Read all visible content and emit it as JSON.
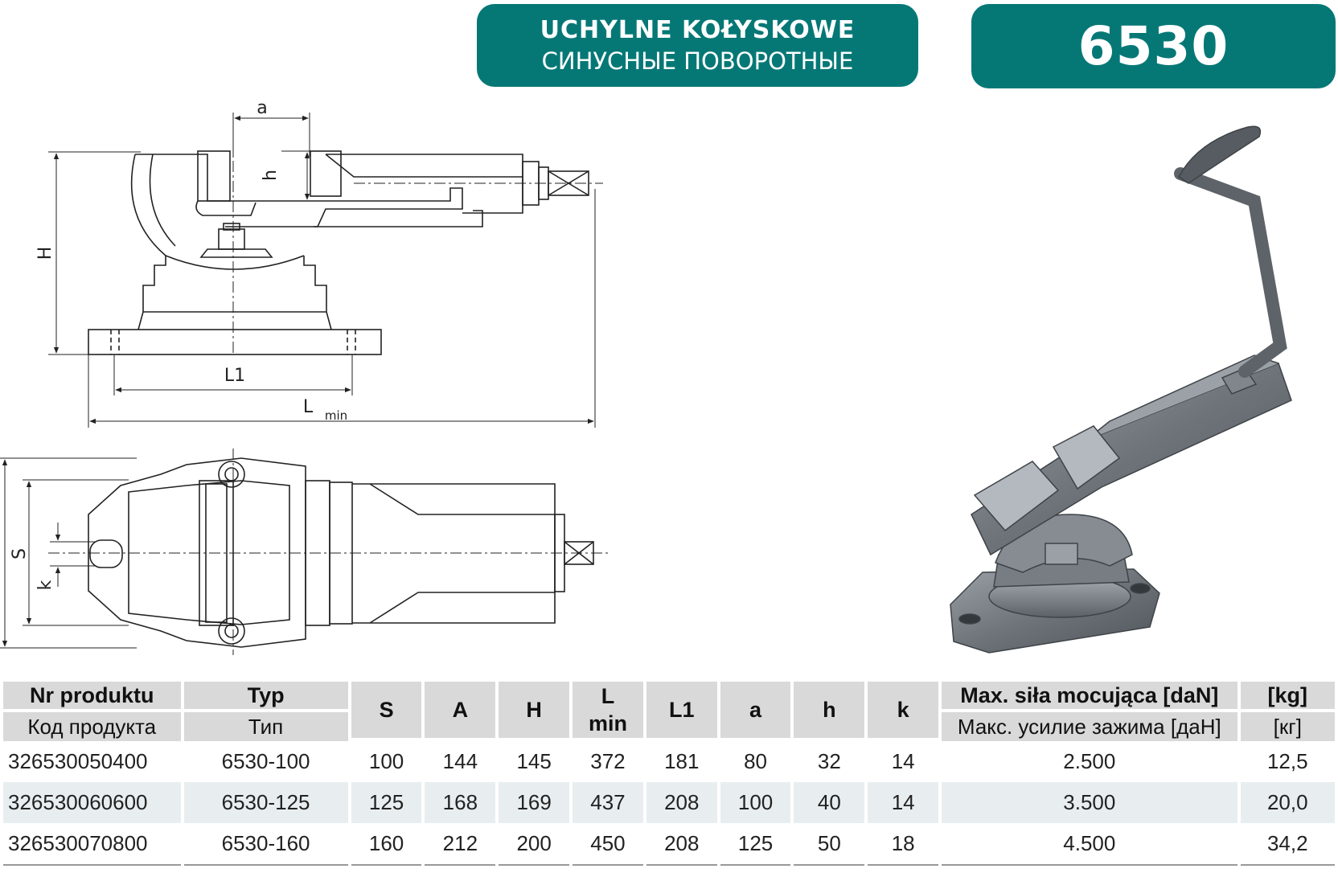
{
  "header": {
    "category_line1": "UCHYLNE KOŁYSKOWE",
    "category_line2": "СИНУСНЫЕ ПОВОРОТНЫЕ",
    "model": "6530"
  },
  "drawing_labels": {
    "a": "a",
    "h": "h",
    "H": "H",
    "L1": "L1",
    "L": "L",
    "min": "min",
    "S": "S",
    "k": "k"
  },
  "table": {
    "headers": {
      "product_pl": "Nr produktu",
      "product_ru": "Код продукта",
      "type_pl": "Typ",
      "type_ru": "Тип",
      "S": "S",
      "A": "A",
      "H": "H",
      "L_top": "L",
      "L_bottom": "min",
      "L1": "L1",
      "a": "a",
      "h": "h",
      "k": "k",
      "force_pl": "Max. siła mocująca [daN]",
      "force_ru": "Макс. усилие зажима [даН]",
      "mass_pl": "[kg]",
      "mass_ru": "[кг]"
    },
    "rows": [
      {
        "code": "326530050400",
        "type": "6530-100",
        "S": "100",
        "A": "144",
        "H": "145",
        "L": "372",
        "L1": "181",
        "a": "80",
        "h": "32",
        "k": "14",
        "force": "2.500",
        "mass": "12,5"
      },
      {
        "code": "326530060600",
        "type": "6530-125",
        "S": "125",
        "A": "168",
        "H": "169",
        "L": "437",
        "L1": "208",
        "a": "100",
        "h": "40",
        "k": "14",
        "force": "3.500",
        "mass": "20,0"
      },
      {
        "code": "326530070800",
        "type": "6530-160",
        "S": "160",
        "A": "212",
        "H": "200",
        "L": "450",
        "L1": "208",
        "a": "125",
        "h": "50",
        "k": "18",
        "force": "4.500",
        "mass": "34,2"
      }
    ]
  }
}
